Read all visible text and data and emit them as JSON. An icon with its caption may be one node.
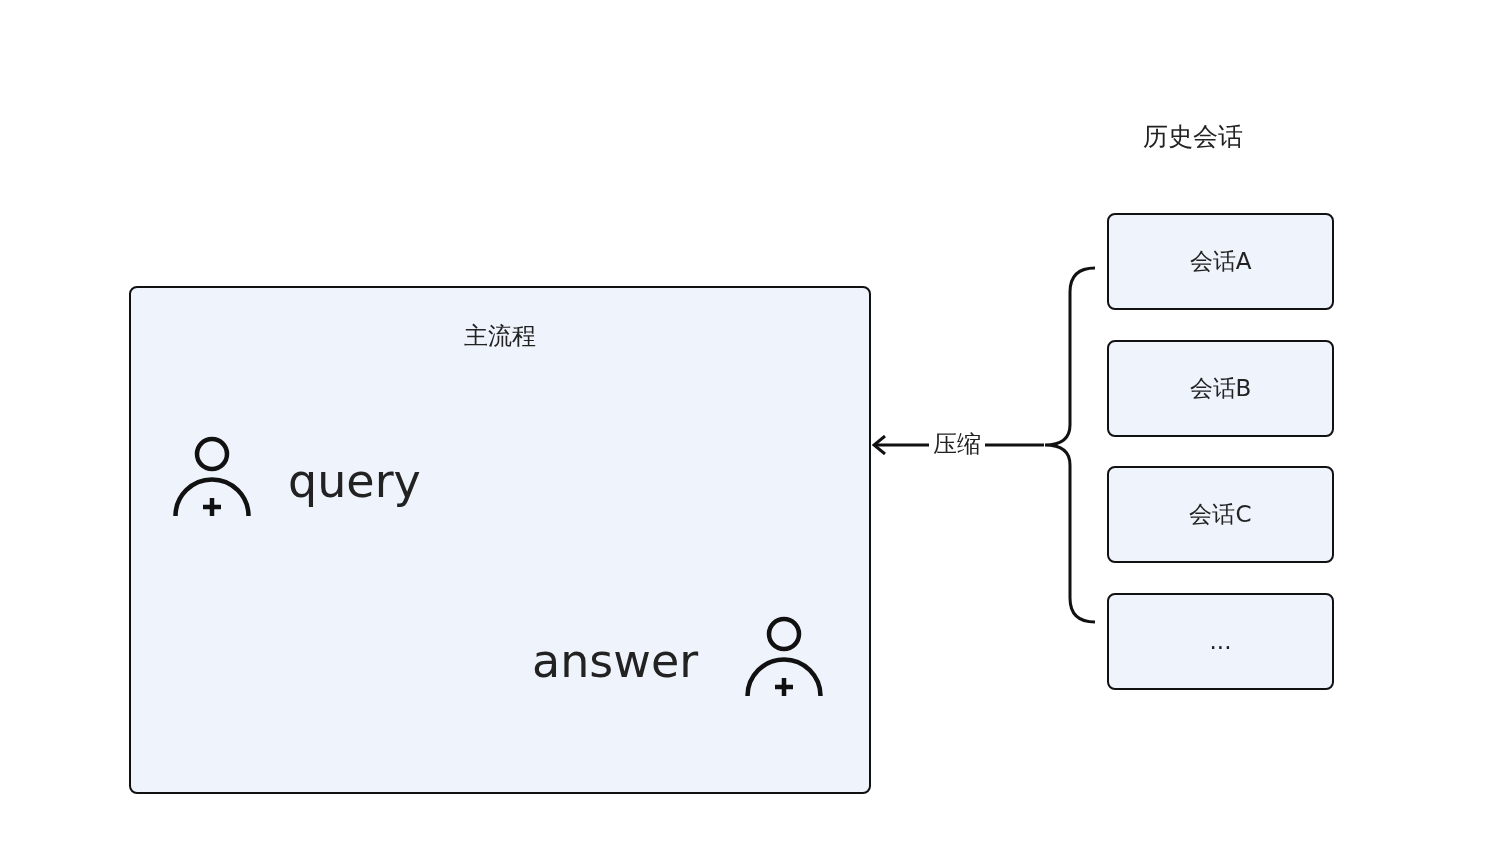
{
  "diagram": {
    "nodes": [
      {
        "text": [
          "主流程"
        ]
      },
      {
        "text": [
          "会话A"
        ]
      },
      {
        "text": [
          "会话B"
        ]
      },
      {
        "text": [
          "会话C"
        ]
      },
      {
        "text": [
          "..."
        ]
      },
      {
        "text": [],
        "shape": "bracket"
      }
    ],
    "edges": [
      {
        "from": 5,
        "to": 0,
        "arrow": "to",
        "label": "压缩"
      }
    ],
    "labels": [
      "历史会话",
      "query",
      "answer"
    ]
  }
}
